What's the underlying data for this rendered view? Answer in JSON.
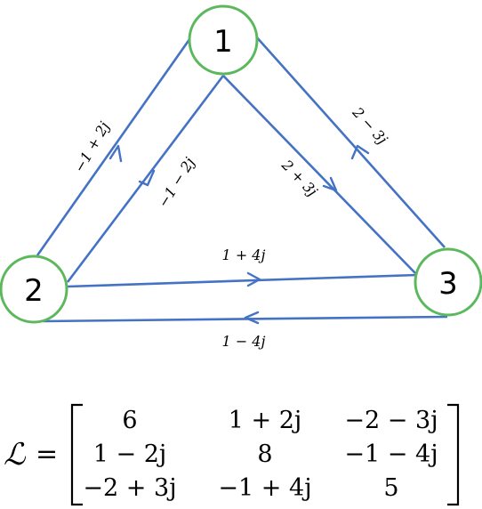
{
  "graph": {
    "nodes": [
      {
        "id": "1",
        "label": "1"
      },
      {
        "id": "2",
        "label": "2"
      },
      {
        "id": "3",
        "label": "3"
      }
    ],
    "edges": [
      {
        "from": "2",
        "to": "1",
        "weight": "−1 + 2j"
      },
      {
        "from": "1",
        "to": "2",
        "weight": "−1 − 2j"
      },
      {
        "from": "1",
        "to": "3",
        "weight": "2 + 3j"
      },
      {
        "from": "3",
        "to": "1",
        "weight": "2 − 3j"
      },
      {
        "from": "2",
        "to": "3",
        "weight": "1 + 4j"
      },
      {
        "from": "3",
        "to": "2",
        "weight": "1 − 4j"
      }
    ],
    "colors": {
      "node_stroke": "#5cb85c",
      "edge": "#4472c4"
    }
  },
  "matrix": {
    "symbol": "ℒ",
    "equals": "=",
    "rows": [
      [
        "6",
        "1 + 2j",
        "−2 − 3j"
      ],
      [
        "1 − 2j",
        "8",
        "−1 − 4j"
      ],
      [
        "−2 + 3j",
        "−1 + 4j",
        "5"
      ]
    ]
  }
}
